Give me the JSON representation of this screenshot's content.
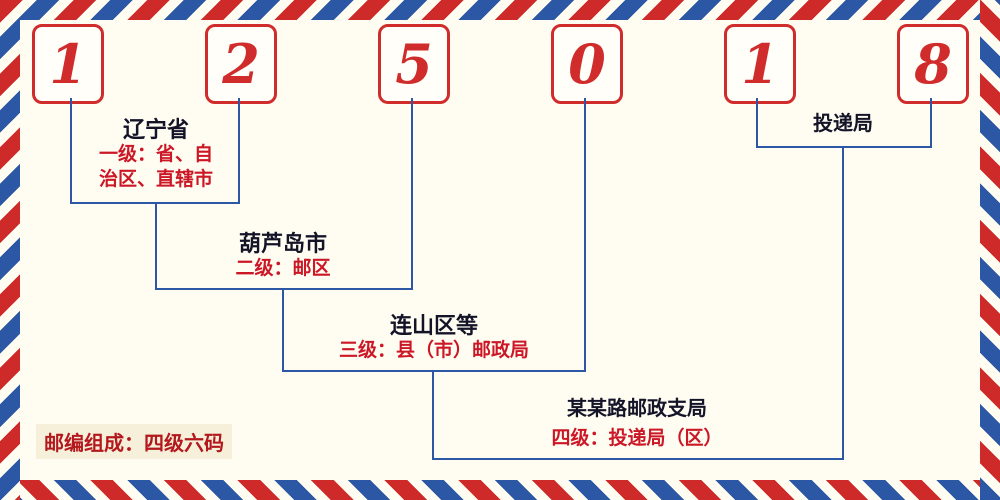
{
  "postal_code": {
    "digits": [
      "1",
      "2",
      "5",
      "0",
      "1",
      "8"
    ]
  },
  "labels": {
    "level1": {
      "name": "辽宁省",
      "desc_lines": [
        "一级：省、自",
        "治区、直辖市"
      ]
    },
    "level2": {
      "name": "葫芦岛市",
      "desc": "二级：邮区"
    },
    "level3": {
      "name": "连山区等",
      "desc": "三级：县（市）邮政局"
    },
    "level4": {
      "name": "某某路邮政支局",
      "desc": "四级：投递局（区）"
    },
    "delivery": {
      "name": "投递局"
    }
  },
  "footer": {
    "composition": "邮编组成：四级六码"
  },
  "colors": {
    "accent_red": "#d02c2c",
    "accent_blue": "#2b57a5",
    "text_red": "#cc1726",
    "text_dark": "#141428",
    "background": "#fffdf2"
  }
}
